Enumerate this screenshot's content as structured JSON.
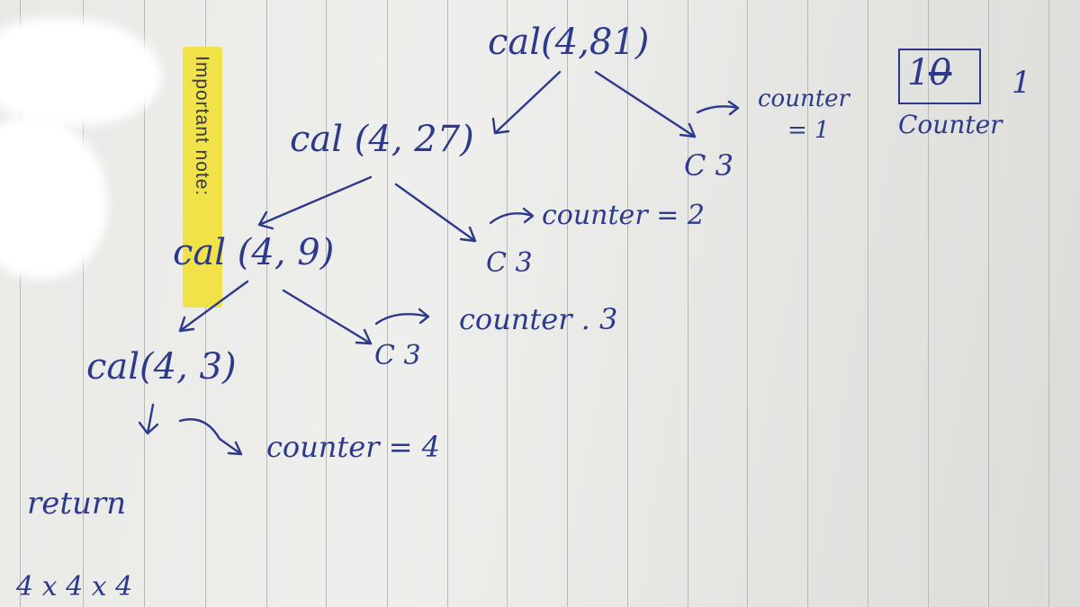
{
  "highlighted_note": "Important note:",
  "calls": {
    "root": "cal(4,81)",
    "level1": "cal (4, 27)",
    "level2": "cal (4, 9)",
    "level3": "cal(4, 3)"
  },
  "constants": {
    "c1": "C 3",
    "c2": "C 3",
    "c3": "C 3"
  },
  "counters": {
    "counter1_line1": "counter",
    "counter1_line2": "= 1",
    "counter2": "counter = 2",
    "counter3": "counter . 3",
    "counter4": "counter = 4"
  },
  "boxed_counter": {
    "old_value": "0",
    "old_value_prefix": "1",
    "new_value": "1",
    "label": "Counter"
  },
  "result": {
    "word": "return",
    "expression": "4 x 4 x 4"
  },
  "colors": {
    "ink": "#2d3a8c",
    "highlight": "#f2e24a",
    "paper": "#e9e9e6",
    "rule_line": "#b9b9b4"
  }
}
